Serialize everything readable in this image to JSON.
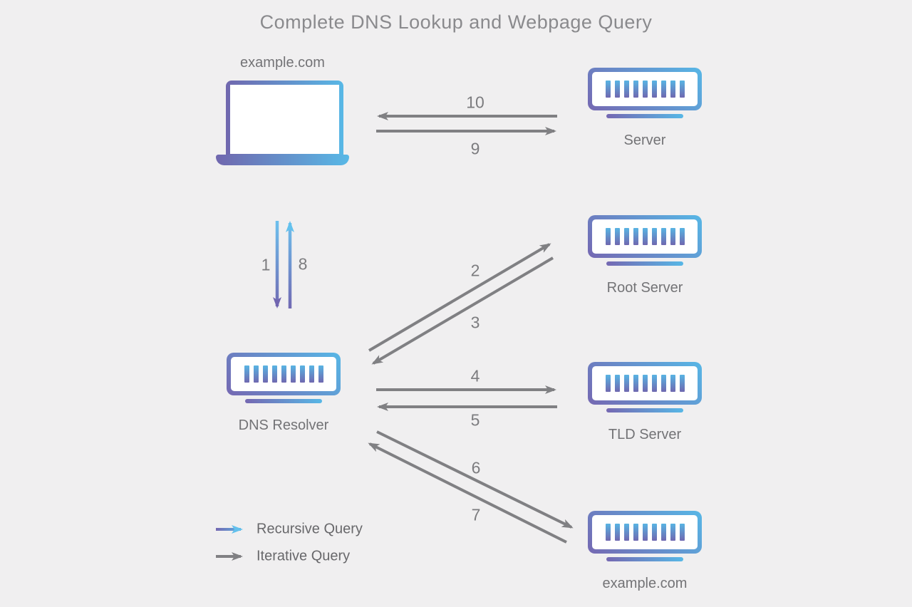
{
  "title": "Complete DNS Lookup and Webpage Query",
  "nodes": {
    "client": {
      "label": "example.com",
      "icon": "laptop-icon"
    },
    "web_server": {
      "label": "Server",
      "icon": "server-icon"
    },
    "dns_resolver": {
      "label": "DNS Resolver",
      "icon": "server-icon"
    },
    "root_server": {
      "label": "Root Server",
      "icon": "server-icon"
    },
    "tld_server": {
      "label": "TLD Server",
      "icon": "server-icon"
    },
    "authoritative_server": {
      "label": "example.com",
      "icon": "server-icon"
    }
  },
  "steps": [
    {
      "num": "1",
      "query_type": "recursive",
      "from": "client",
      "to": "dns_resolver"
    },
    {
      "num": "2",
      "query_type": "iterative",
      "from": "dns_resolver",
      "to": "root_server"
    },
    {
      "num": "3",
      "query_type": "iterative",
      "from": "root_server",
      "to": "dns_resolver"
    },
    {
      "num": "4",
      "query_type": "iterative",
      "from": "dns_resolver",
      "to": "tld_server"
    },
    {
      "num": "5",
      "query_type": "iterative",
      "from": "tld_server",
      "to": "dns_resolver"
    },
    {
      "num": "6",
      "query_type": "iterative",
      "from": "dns_resolver",
      "to": "authoritative_server"
    },
    {
      "num": "7",
      "query_type": "iterative",
      "from": "authoritative_server",
      "to": "dns_resolver"
    },
    {
      "num": "8",
      "query_type": "recursive",
      "from": "dns_resolver",
      "to": "client"
    },
    {
      "num": "9",
      "query_type": "iterative",
      "from": "client",
      "to": "web_server"
    },
    {
      "num": "10",
      "query_type": "iterative",
      "from": "web_server",
      "to": "client"
    }
  ],
  "legend": {
    "recursive": {
      "label": "Recursive Query",
      "color_start": "#7568b2",
      "color_end": "#57b7e6"
    },
    "iterative": {
      "label": "Iterative Query",
      "color": "#808083"
    }
  },
  "colors": {
    "background": "#f0eff0",
    "gradient_purple": "#7568b2",
    "gradient_blue": "#57b7e6",
    "arrow_gray": "#808083",
    "title_text": "#8a8a8d",
    "label_text": "#737376"
  }
}
